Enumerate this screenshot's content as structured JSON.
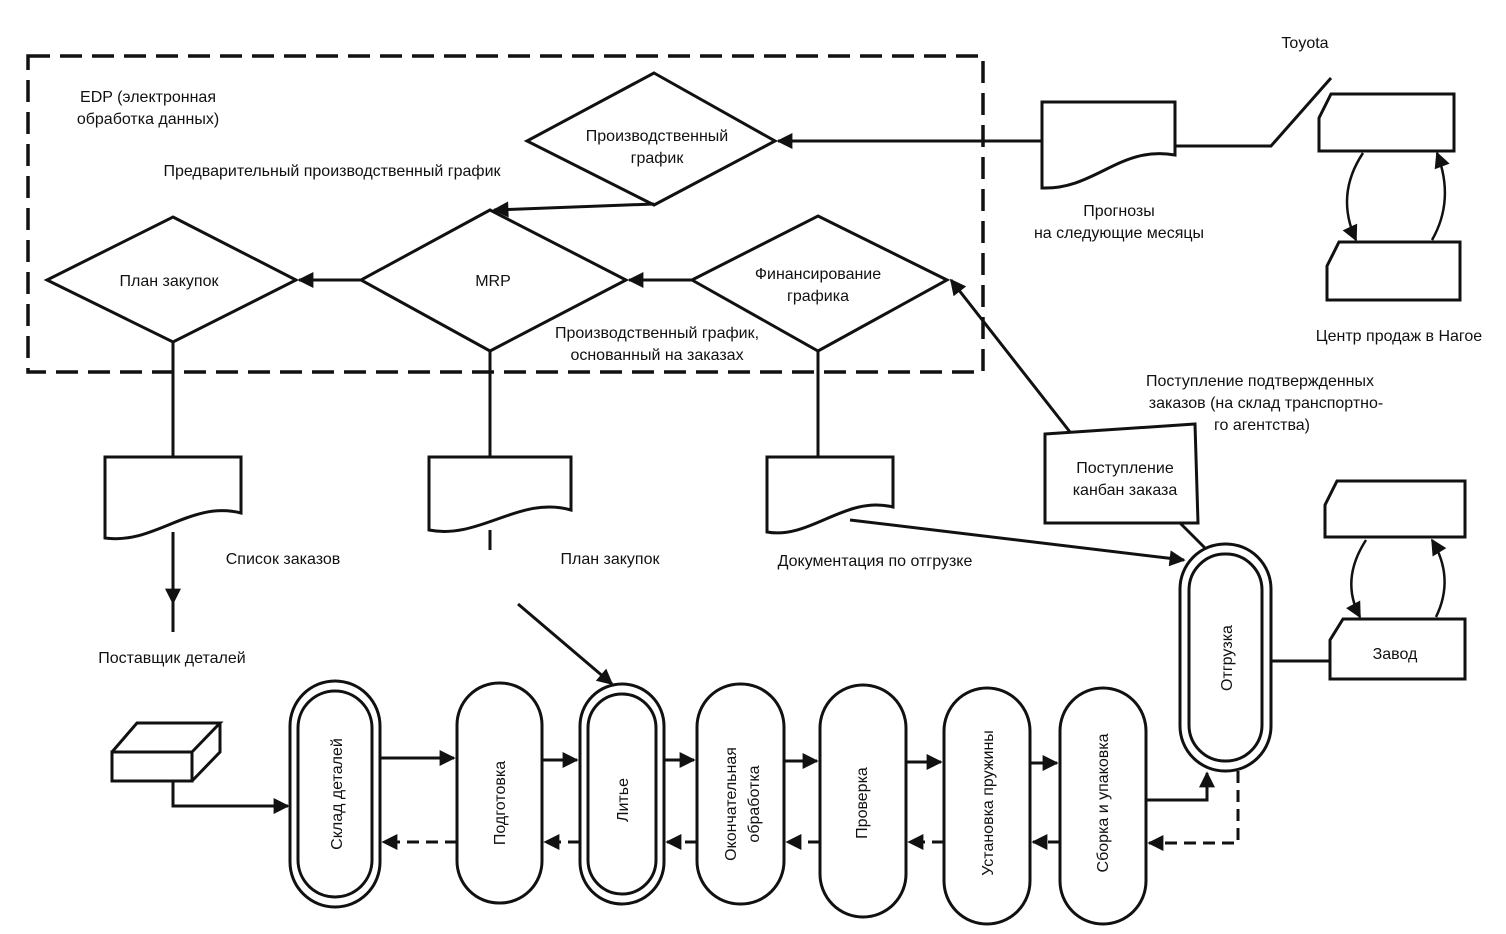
{
  "labels": {
    "toyota": "Toyota",
    "edp_line1": "EDP (электронная",
    "edp_line2": "обработка данных)",
    "pre_schedule": "Предварительный производственный график",
    "order_schedule_line1": "Производственный график,",
    "order_schedule_line2": "основанный на заказах",
    "forecasts_line1": "Прогнозы",
    "forecasts_line2": "на следующие месяцы",
    "sales_center": "Центр продаж в Нагое",
    "confirmed_line1": "Поступление подтвержденных",
    "confirmed_line2": "заказов (на склад транспортно-",
    "confirmed_line3": "го агентства)",
    "order_list": "Список заказов",
    "purchase_plan_doc": "План закупок",
    "shipping_docs": "Документация по отгрузке",
    "parts_supplier": "Поставщик деталей"
  },
  "decisions": {
    "production_schedule_line1": "Производственный",
    "production_schedule_line2": "график",
    "purchase_plan": "План закупок",
    "mrp": "MRP",
    "financing_line1": "Финансирование",
    "financing_line2": "графика"
  },
  "boxes": {
    "kanban_line1": "Поступление",
    "kanban_line2": "канбан заказа",
    "plant": "Завод"
  },
  "stages": [
    {
      "label": "Склад деталей"
    },
    {
      "label": "Подготовка"
    },
    {
      "label": "Литье"
    },
    {
      "label_line1": "Окончательная",
      "label_line2": "обработка"
    },
    {
      "label": "Проверка"
    },
    {
      "label": "Установка пружины"
    },
    {
      "label": "Сборка и упаковка"
    },
    {
      "label": "Отгрузка"
    }
  ],
  "colors": {
    "stroke": "#111111",
    "background": "#ffffff"
  }
}
